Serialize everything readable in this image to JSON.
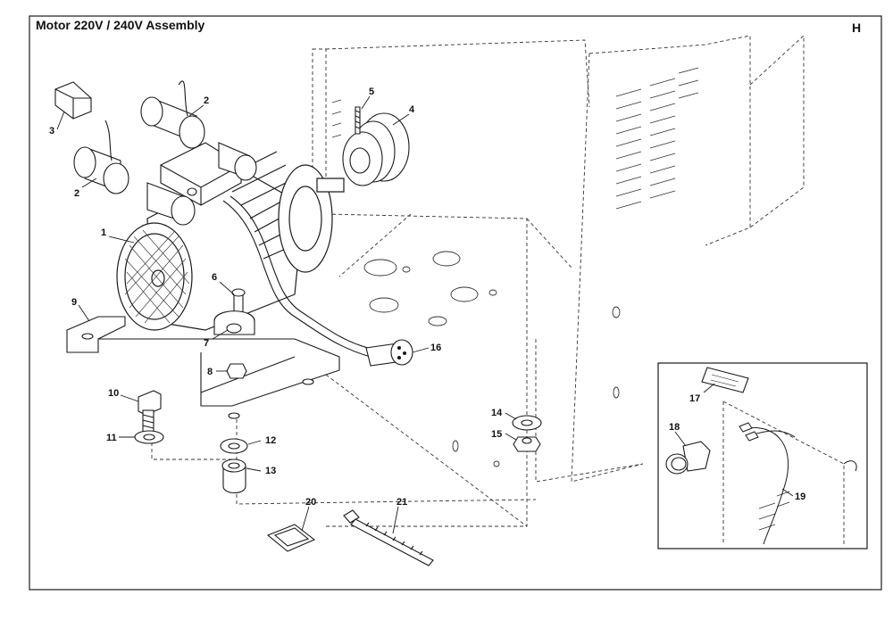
{
  "header": {
    "title": "Motor 220V / 240V Assembly",
    "sheet_letter": "H"
  },
  "callouts": [
    {
      "id": "c1",
      "text": "1"
    },
    {
      "id": "c2a",
      "text": "2"
    },
    {
      "id": "c2b",
      "text": "2"
    },
    {
      "id": "c3",
      "text": "3"
    },
    {
      "id": "c4",
      "text": "4"
    },
    {
      "id": "c5",
      "text": "5"
    },
    {
      "id": "c6",
      "text": "6"
    },
    {
      "id": "c7",
      "text": "7"
    },
    {
      "id": "c8",
      "text": "8"
    },
    {
      "id": "c9",
      "text": "9"
    },
    {
      "id": "c10",
      "text": "10"
    },
    {
      "id": "c11",
      "text": "11"
    },
    {
      "id": "c12",
      "text": "12"
    },
    {
      "id": "c13",
      "text": "13"
    },
    {
      "id": "c14",
      "text": "14"
    },
    {
      "id": "c15",
      "text": "15"
    },
    {
      "id": "c16",
      "text": "16"
    },
    {
      "id": "c17",
      "text": "17"
    },
    {
      "id": "c18",
      "text": "18"
    },
    {
      "id": "c19",
      "text": "19"
    },
    {
      "id": "c20",
      "text": "20"
    },
    {
      "id": "c21",
      "text": "21"
    }
  ],
  "colors": {
    "line": "#1a1a1a",
    "paper": "#ffffff"
  }
}
